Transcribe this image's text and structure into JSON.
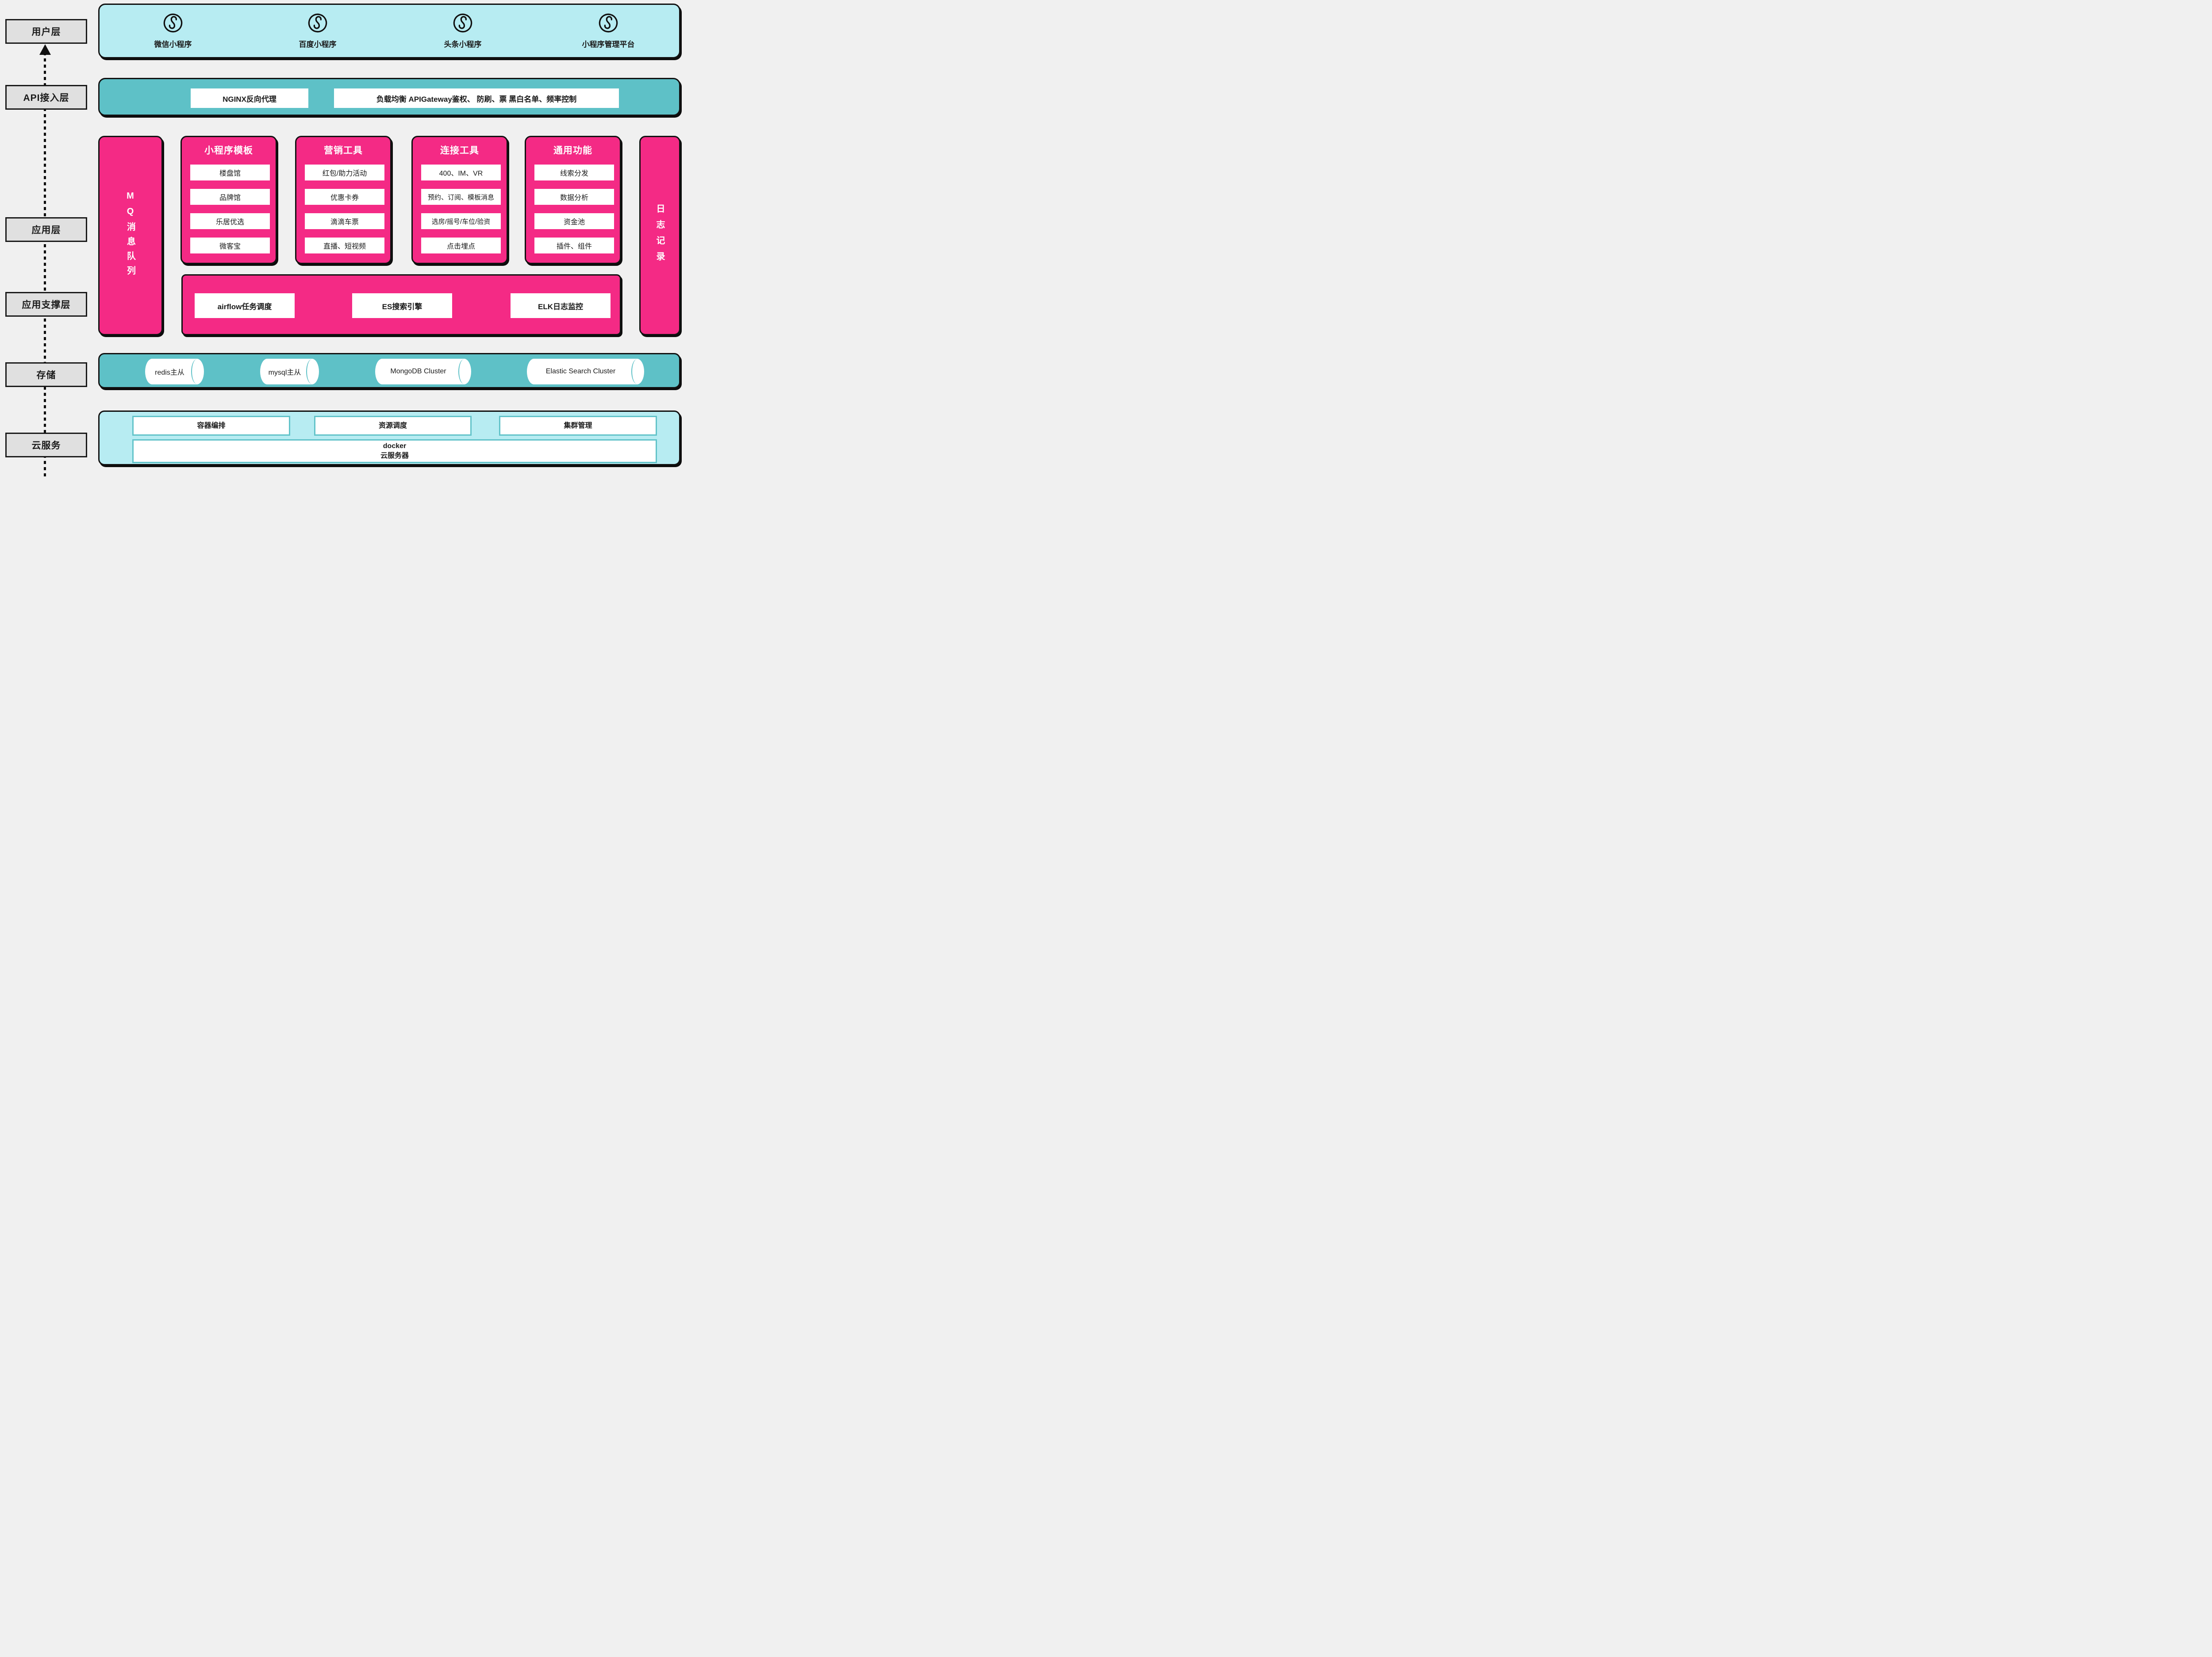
{
  "colors": {
    "background": "#f0f0f0",
    "light_cyan": "#b7ecf2",
    "teal": "#5ec1c7",
    "pink": "#f42a85",
    "label_gray": "#e0e0e0",
    "line_black": "#111111"
  },
  "sidebar_layers": [
    {
      "label": "用户层"
    },
    {
      "label": "API接入层"
    },
    {
      "label": "应用层"
    },
    {
      "label": "应用支撑层"
    },
    {
      "label": "存储"
    },
    {
      "label": "云服务"
    }
  ],
  "user_layer": {
    "items": [
      {
        "icon": "miniprogram-icon",
        "label": "微信小程序"
      },
      {
        "icon": "miniprogram-icon",
        "label": "百度小程序"
      },
      {
        "icon": "miniprogram-icon",
        "label": "头条小程序"
      },
      {
        "icon": "miniprogram-icon",
        "label": "小程序管理平台"
      }
    ]
  },
  "api_layer": {
    "boxes": [
      "NGINX反向代理",
      "负载均衡 APIGateway鉴权、 防刷、票 黑白名单、频率控制"
    ]
  },
  "app_layer": {
    "mq_label": "MQ消息队列",
    "log_label": "日志记录",
    "columns": [
      {
        "title": "小程序模板",
        "items": [
          "楼盘馆",
          "品牌馆",
          "乐居优选",
          "微客宝"
        ]
      },
      {
        "title": "营销工具",
        "items": [
          "红包/助力活动",
          "优惠卡券",
          "滴滴车票",
          "直播、短视频"
        ]
      },
      {
        "title": "连接工具",
        "items": [
          "400、IM、VR",
          "预约、订阅、模板消息",
          "选房/摇号/车位/验资",
          "点击埋点"
        ]
      },
      {
        "title": "通用功能",
        "items": [
          "线索分发",
          "数据分析",
          "资金池",
          "插件、组件"
        ]
      }
    ],
    "support_boxes": [
      "airflow任务调度",
      "ES搜索引擎",
      "ELK日志监控"
    ]
  },
  "storage_layer": {
    "databases": [
      "redis主从",
      "mysql主从",
      "MongoDB Cluster",
      "Elastic Search Cluster"
    ]
  },
  "cloud_layer": {
    "boxes": [
      "容器编排",
      "资源调度",
      "集群管理"
    ],
    "wide_box": {
      "line1": "docker",
      "line2": "云服务器"
    }
  }
}
